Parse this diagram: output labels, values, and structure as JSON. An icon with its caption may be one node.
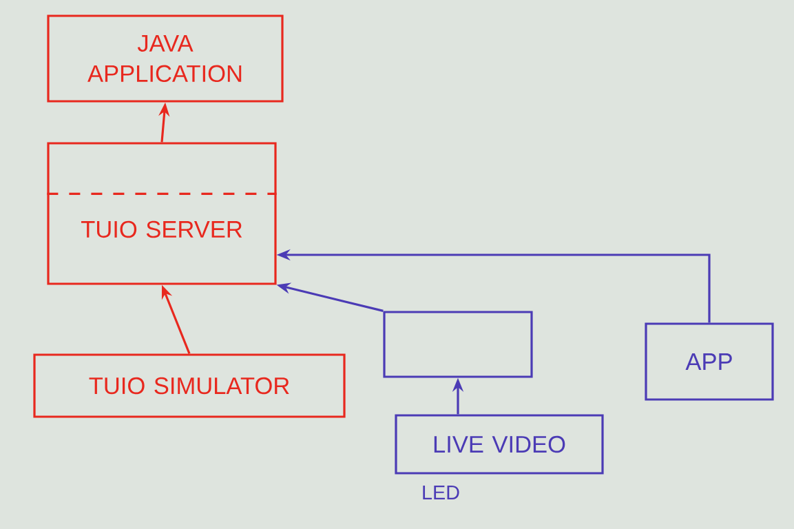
{
  "diagram": {
    "nodes": [
      {
        "text": [
          "JAVA APPLICATION"
        ]
      },
      {
        "text": [
          "TUIO SERVER"
        ]
      },
      {
        "text": [
          "TUIO SIMULATOR"
        ]
      },
      {
        "text": [],
        "shape": "box"
      },
      {
        "text": [
          "APP"
        ]
      },
      {
        "text": [
          "LIVE VIDEO"
        ],
        "beside": [
          "LED"
        ]
      }
    ],
    "edges": [
      {
        "from": 1,
        "to": 0,
        "arrow": "to",
        "color": "#e8281e"
      },
      {
        "from": 2,
        "to": 1,
        "arrow": "to",
        "color": "#e8281e"
      },
      {
        "from": 3,
        "to": 1,
        "arrow": "to"
      },
      {
        "from": 4,
        "to": 1,
        "arrow": "to"
      },
      {
        "from": 5,
        "to": 3,
        "arrow": "to"
      }
    ]
  }
}
